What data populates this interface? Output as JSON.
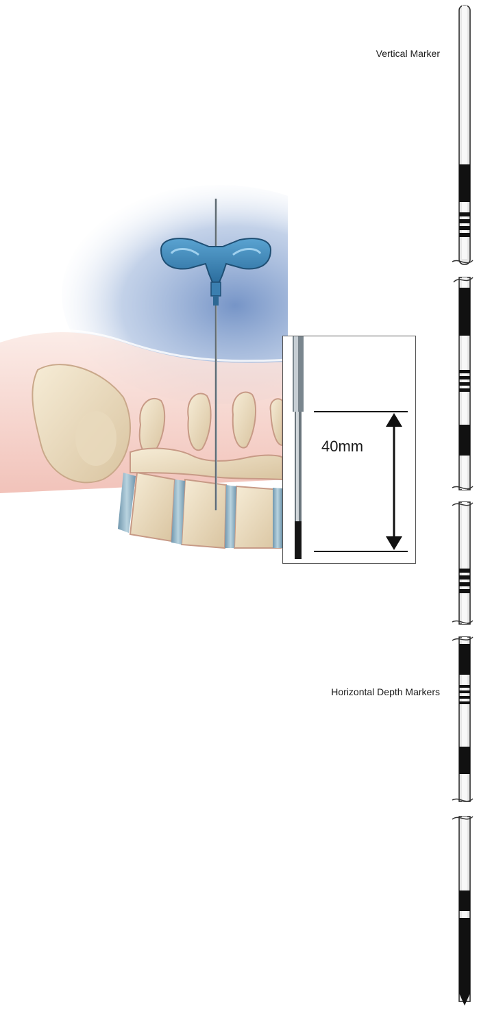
{
  "labels": {
    "vertical_marker": "Vertical Marker",
    "horizontal_depth_markers": "Horizontal Depth Markers"
  },
  "inset": {
    "measurement": "40mm"
  },
  "colors": {
    "hub_blue": "#3f86b8",
    "background_glow": "#8aa7cf",
    "tissue_pink": "#f2c8bf",
    "bone": "#eadcc0",
    "disc_blue": "#8fb4c8",
    "marker_black": "#111111"
  },
  "icons": {
    "needle_hub": "t-handle-needle-hub",
    "spine": "lumbar-spine-illustration"
  }
}
